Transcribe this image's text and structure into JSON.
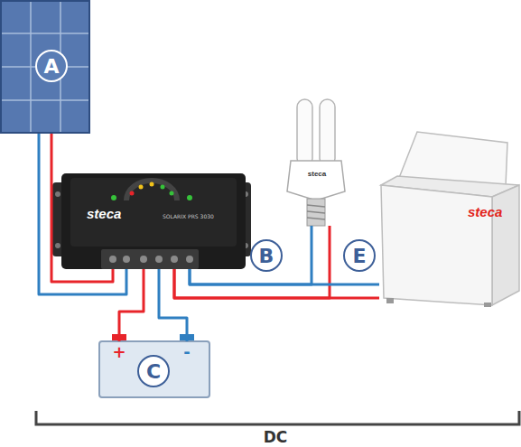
{
  "diagram": {
    "nodes": [
      {
        "text": [
          "A"
        ]
      },
      {
        "text": [
          "steca",
          "SOLARIX PRS 3030"
        ]
      },
      {
        "text": [
          "+",
          "-",
          "C"
        ]
      },
      {
        "text": [
          "steca"
        ]
      },
      {
        "text": [
          "steca"
        ]
      }
    ],
    "edges": [
      {
        "from": 0,
        "to": 1,
        "arrow": "none"
      },
      {
        "from": 1,
        "to": 2,
        "arrow": "none"
      },
      {
        "from": 1,
        "to": 3,
        "arrow": "none"
      },
      {
        "from": 1,
        "to": 4,
        "arrow": "none"
      }
    ],
    "labels": [
      "B",
      "E",
      "DC"
    ]
  }
}
